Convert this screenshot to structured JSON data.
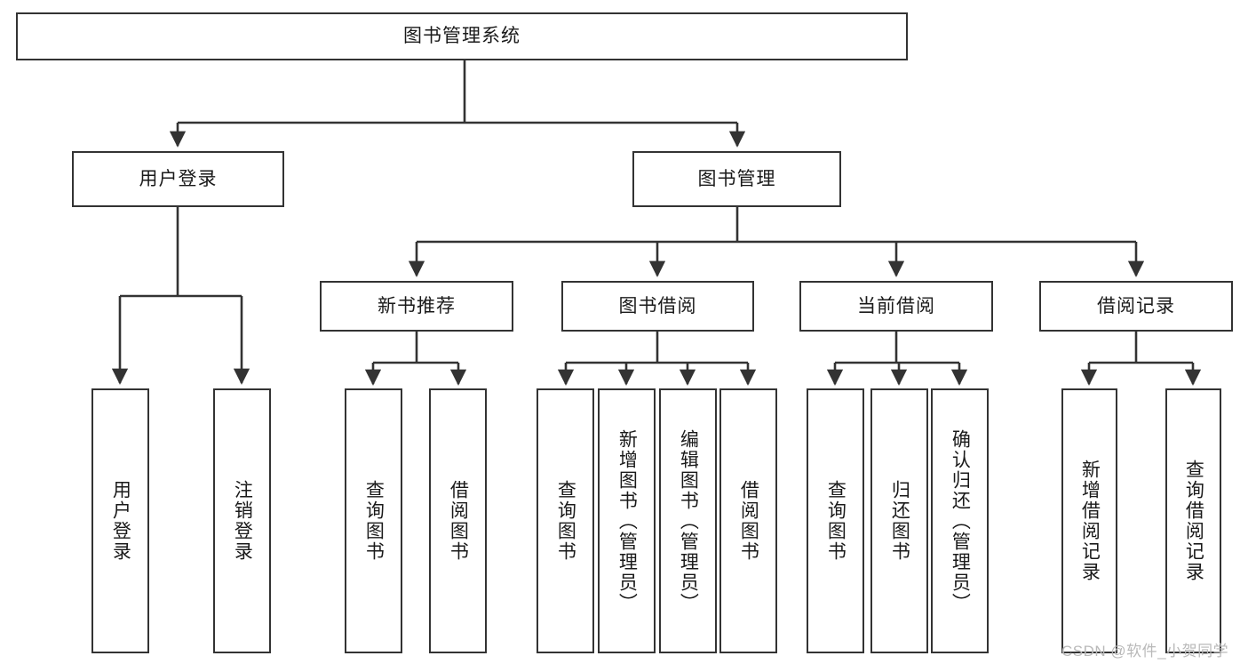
{
  "diagram": {
    "title": "图书管理系统",
    "type": "hierarchy-tree",
    "watermark": "CSDN @软件_小贺同学",
    "colors": {
      "stroke": "#333333",
      "fill": "#ffffff",
      "text": "#1a1a1a",
      "watermark": "#b9b9b9"
    },
    "nodes": {
      "root": {
        "label": "图书管理系统",
        "level": 1,
        "orientation": "horizontal"
      },
      "l2_1": {
        "label": "用户登录",
        "level": 2,
        "orientation": "horizontal"
      },
      "l2_2": {
        "label": "图书管理",
        "level": 2,
        "orientation": "horizontal"
      },
      "l3_1": {
        "label": "新书推荐",
        "level": 3,
        "orientation": "horizontal"
      },
      "l3_2": {
        "label": "图书借阅",
        "level": 3,
        "orientation": "horizontal"
      },
      "l3_3": {
        "label": "当前借阅",
        "level": 3,
        "orientation": "horizontal"
      },
      "l3_4": {
        "label": "借阅记录",
        "level": 3,
        "orientation": "horizontal"
      },
      "leaf_1": {
        "label": "用户登录",
        "level": 4,
        "orientation": "vertical"
      },
      "leaf_2": {
        "label": "注销登录",
        "level": 4,
        "orientation": "vertical"
      },
      "leaf_3": {
        "label": "查询图书",
        "level": 4,
        "orientation": "vertical"
      },
      "leaf_4": {
        "label": "借阅图书",
        "level": 4,
        "orientation": "vertical"
      },
      "leaf_5": {
        "label": "查询图书",
        "level": 4,
        "orientation": "vertical"
      },
      "leaf_6": {
        "label": "新增图书（管理员）",
        "level": 4,
        "orientation": "vertical"
      },
      "leaf_7": {
        "label": "编辑图书（管理员）",
        "level": 4,
        "orientation": "vertical"
      },
      "leaf_8": {
        "label": "借阅图书",
        "level": 4,
        "orientation": "vertical"
      },
      "leaf_9": {
        "label": "查询图书",
        "level": 4,
        "orientation": "vertical"
      },
      "leaf_10": {
        "label": "归还图书",
        "level": 4,
        "orientation": "vertical"
      },
      "leaf_11": {
        "label": "确认归还（管理员）",
        "level": 4,
        "orientation": "vertical"
      },
      "leaf_12": {
        "label": "新增借阅记录",
        "level": 4,
        "orientation": "vertical"
      },
      "leaf_13": {
        "label": "查询借阅记录",
        "level": 4,
        "orientation": "vertical"
      }
    },
    "edges": [
      {
        "from": "root",
        "to": "l2_1"
      },
      {
        "from": "root",
        "to": "l2_2"
      },
      {
        "from": "l2_1",
        "to": "leaf_1"
      },
      {
        "from": "l2_1",
        "to": "leaf_2"
      },
      {
        "from": "l2_2",
        "to": "l3_1"
      },
      {
        "from": "l2_2",
        "to": "l3_2"
      },
      {
        "from": "l2_2",
        "to": "l3_3"
      },
      {
        "from": "l2_2",
        "to": "l3_4"
      },
      {
        "from": "l3_1",
        "to": "leaf_3"
      },
      {
        "from": "l3_1",
        "to": "leaf_4"
      },
      {
        "from": "l3_2",
        "to": "leaf_5"
      },
      {
        "from": "l3_2",
        "to": "leaf_6"
      },
      {
        "from": "l3_2",
        "to": "leaf_7"
      },
      {
        "from": "l3_2",
        "to": "leaf_8"
      },
      {
        "from": "l3_3",
        "to": "leaf_9"
      },
      {
        "from": "l3_3",
        "to": "leaf_10"
      },
      {
        "from": "l3_3",
        "to": "leaf_11"
      },
      {
        "from": "l3_4",
        "to": "leaf_12"
      },
      {
        "from": "l3_4",
        "to": "leaf_13"
      }
    ]
  }
}
